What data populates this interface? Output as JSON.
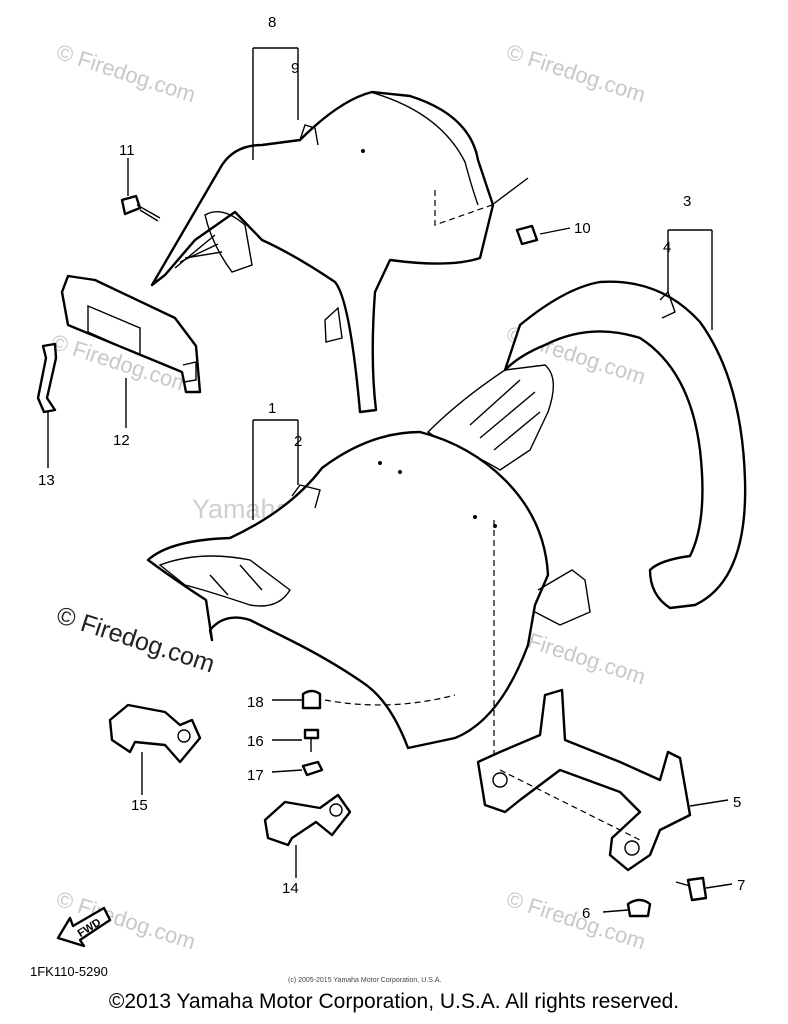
{
  "callouts": {
    "c1": "1",
    "c2": "2",
    "c3": "3",
    "c4": "4",
    "c5": "5",
    "c6": "6",
    "c7": "7",
    "c8": "8",
    "c9": "9",
    "c10": "10",
    "c11": "11",
    "c12": "12",
    "c13": "13",
    "c14": "14",
    "c15": "15",
    "c16": "16",
    "c17": "17",
    "c18": "18"
  },
  "watermark": {
    "repeat": "© Firedog.com",
    "center": "Yamaha Motor Corp. U.S.A."
  },
  "fwd_label": "FWD",
  "diagram_ref": "1FK110-5290",
  "small_copyright": "(c) 2005-2015 Yamaha Motor Corporation, U.S.A.",
  "footer": "©2013 Yamaha Motor Corporation, U.S.A. All rights reserved.",
  "colors": {
    "ink": "#000000",
    "watermark": "#c8c8c8",
    "background": "#ffffff"
  }
}
